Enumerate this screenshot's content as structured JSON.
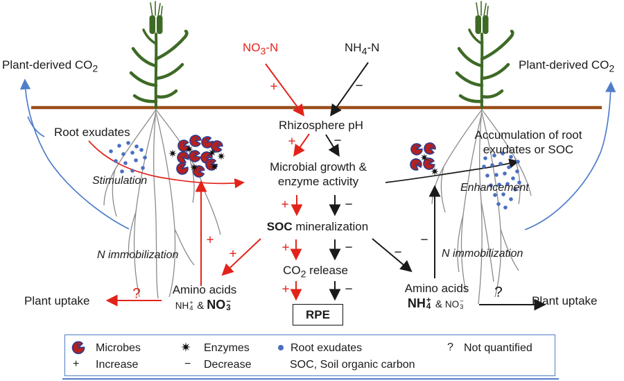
{
  "sym": {
    "plus": "+",
    "minus": "−",
    "question": "?",
    "amp": "&"
  },
  "colors": {
    "red": "#e2231a",
    "black": "#1a1a1a",
    "blue": "#4f7dc9",
    "soil_brown": "#9b4f1b",
    "plant_green": "#3e6a26",
    "microbe_red": "#b6201e",
    "microbe_outline": "#2b3c8f",
    "root_gray": "#8a8a8a",
    "exudate_blue": "#4a6fc0"
  },
  "top": {
    "plant_co2_left": {
      "text": "Plant-derived CO",
      "sub": "2"
    },
    "plant_co2_right": {
      "text": "Plant-derived CO",
      "sub": "2"
    },
    "no3": {
      "pre": "NO",
      "sub": "3",
      "post": "-N"
    },
    "nh4": {
      "pre": "NH",
      "sub": "4",
      "post": "-N"
    }
  },
  "center": {
    "rhizosphere_ph": "Rhizosphere pH",
    "microbial_line1": "Microbial growth &",
    "microbial_line2": "enzyme activity",
    "soc_bold": "SOC",
    "soc_rest": " mineralization",
    "co2": {
      "pre": "CO",
      "sub": "2",
      "post": " release"
    },
    "rpe": "RPE"
  },
  "left": {
    "root_exudates": "Root exudates",
    "stimulation": "Stimulation",
    "n_immobilization": "N immobilization",
    "amino_acids": "Amino acids",
    "nh": {
      "pre": "NH",
      "sub": "4",
      "sup": "+"
    },
    "no": {
      "pre": "NO",
      "sub": "3",
      "sup": "−"
    },
    "plant_uptake": "Plant uptake"
  },
  "right": {
    "accumulation_line1": "Accumulation of root",
    "accumulation_line2": "exudates or SOC",
    "enhancement": "Enhancement",
    "n_immobilization": "N immobilization",
    "amino_acids": "Amino acids",
    "nh": {
      "pre": "NH",
      "sub": "4",
      "sup": "+"
    },
    "no": {
      "pre": "NO",
      "sub": "3",
      "sup": "−"
    },
    "plant_uptake": "Plant uptake"
  },
  "legend": {
    "microbes": "Microbes",
    "enzymes": "Enzymes",
    "root_exudates": "Root exudates",
    "not_quantified": "Not quantified",
    "increase": "Increase",
    "decrease": "Decrease",
    "soc_full": "SOC, Soil organic carbon"
  }
}
